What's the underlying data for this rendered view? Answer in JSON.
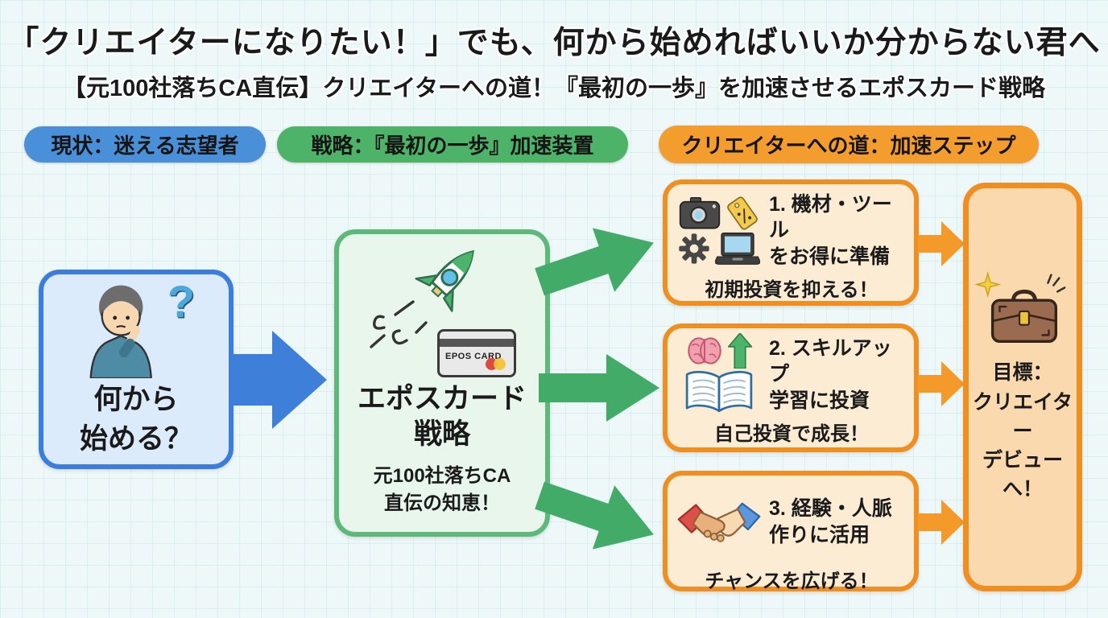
{
  "page": {
    "title": "「クリエイターになりたい！」でも、何から始めればいいか分からない君へ",
    "subtitle": "【元100社落ちCA直伝】クリエイターへの道！『最初の一歩』を加速させるエポスカード戦略"
  },
  "labels": {
    "current": "現状：迷える志望者",
    "strategy": "戦略：『最初の一歩』加速装置",
    "steps": "クリエイターへの道：加速ステップ"
  },
  "problem": {
    "icon": "thinking-person-icon",
    "question_mark": "?",
    "line1": "何から",
    "line2": "始める？"
  },
  "strategy": {
    "icon": "rocket-icon",
    "card_label": "EPOS CARD",
    "title_line1": "エポスカード",
    "title_line2": "戦略",
    "sub_line1": "元100社落ちCA",
    "sub_line2": "直伝の知恵！"
  },
  "steps": [
    {
      "icons": [
        "camera-icon",
        "price-tag-icon",
        "gear-icon",
        "laptop-icon"
      ],
      "title_line1": "1. 機材・ツール",
      "title_line2": "をお得に準備",
      "note": "初期投資を抑える！"
    },
    {
      "icons": [
        "brain-icon",
        "up-arrow-icon",
        "open-book-icon"
      ],
      "title_line1": "2. スキルアップ",
      "title_line2": "学習に投資",
      "note": "自己投資で成長！"
    },
    {
      "icons": [
        "handshake-icon"
      ],
      "title_line1": "3. 経験・人脈",
      "title_line2": "作りに活用",
      "note": "チャンスを広げる！"
    }
  ],
  "goal": {
    "icon": "briefcase-icon",
    "line1": "目標：",
    "line2": "クリエイター",
    "line3": "デビューへ！"
  },
  "colors": {
    "background": "#eef8f8",
    "blue": "#3d7fd9",
    "blue_light": "#dcebfc",
    "green": "#43ab68",
    "green_light": "#e9f6ec",
    "orange": "#ef8f22",
    "orange_light": "#fdecd4",
    "goal_fill": "#fbd9ae"
  }
}
